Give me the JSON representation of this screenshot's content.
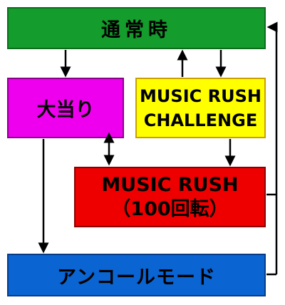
{
  "diagram": {
    "boxes": {
      "normal": {
        "label": "通常時",
        "color": "#149c2c",
        "border": "#0c6e1c"
      },
      "jackpot": {
        "label": "大当り",
        "color": "#ee00ee",
        "border": "#8a008a"
      },
      "challenge": {
        "line1": "MUSIC RUSH",
        "line2": "CHALLENGE",
        "color": "#ffff00",
        "border": "#c8a000"
      },
      "rush": {
        "line1": "MUSIC RUSH",
        "line2": "（100回転）",
        "color": "#ee0000",
        "border": "#8a0000"
      },
      "encore": {
        "label": "アンコールモード",
        "color": "#0a64d2",
        "border": "#063c88"
      }
    },
    "connections": [
      {
        "from": "normal",
        "to": "jackpot"
      },
      {
        "from": "challenge",
        "to": "normal"
      },
      {
        "from": "normal",
        "to": "challenge"
      },
      {
        "from": "jackpot",
        "to": "rush",
        "bidirectional": true
      },
      {
        "from": "challenge",
        "to": "rush"
      },
      {
        "from": "jackpot",
        "to": "encore"
      },
      {
        "from": "rush",
        "to": "normal"
      },
      {
        "from": "encore",
        "to": "normal"
      }
    ],
    "line_color": "#000000"
  }
}
